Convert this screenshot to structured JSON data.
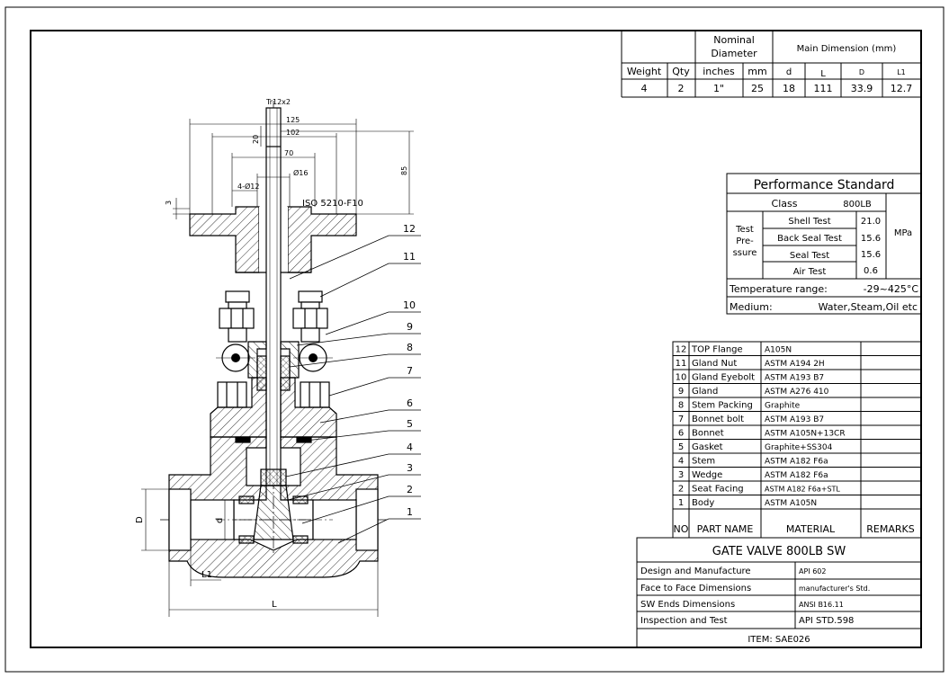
{
  "top_table": {
    "hdr_nominal_1": "Nominal",
    "hdr_nominal_2": "Diameter",
    "hdr_main": "Main Dimension (mm)",
    "columns": [
      "Weight",
      "Qty",
      "inches",
      "mm",
      "d",
      "L",
      "D",
      "L1"
    ],
    "values": [
      "4",
      "2",
      "1\"",
      "25",
      "18",
      "111",
      "33.9",
      "12.7"
    ]
  },
  "drawing": {
    "thread": "Tr12x2",
    "dim_125": "125",
    "dim_102": "102",
    "dim_70": "70",
    "dim_16": "Ø16",
    "dim_20": "20",
    "dim_85": "85",
    "dim_3": "3",
    "dim_bolt": "4-Ø12",
    "iso": "ISO 5210-F10",
    "dim_D": "D",
    "dim_d": "d",
    "dim_L1": "L1",
    "dim_L": "L",
    "callouts": [
      "12",
      "11",
      "10",
      "9",
      "8",
      "7",
      "6",
      "5",
      "4",
      "3",
      "2",
      "1"
    ]
  },
  "performance": {
    "title": "Performance  Standard",
    "class_label": "Class",
    "class_value": "800LB",
    "test_label_1": "Test",
    "test_label_2": "Pre-",
    "test_label_3": "ssure",
    "tests": [
      {
        "name": "Shell  Test",
        "value": "21.0"
      },
      {
        "name": "Back Seal Test",
        "value": "15.6"
      },
      {
        "name": "Seal  Test",
        "value": "15.6"
      },
      {
        "name": "Air  Test",
        "value": "0.6"
      }
    ],
    "unit": "MPa",
    "temp_label": "Temperature  range:",
    "temp_value": "-29~425°C",
    "medium_label": "Medium:",
    "medium_value": "Water,Steam,Oil etc"
  },
  "parts": {
    "rows": [
      {
        "no": "12",
        "name": "TOP Flange",
        "material": "A105N"
      },
      {
        "no": "11",
        "name": "Gland Nut",
        "material": "ASTM  A194  2H"
      },
      {
        "no": "10",
        "name": "Gland Eyebolt",
        "material": "ASTM  A193  B7"
      },
      {
        "no": "9",
        "name": "Gland",
        "material": "ASTM  A276  410"
      },
      {
        "no": "8",
        "name": "Stem  Packing",
        "material": "Graphite"
      },
      {
        "no": "7",
        "name": "Bonnet bolt",
        "material": "ASTM  A193  B7"
      },
      {
        "no": "6",
        "name": "Bonnet",
        "material": "ASTM  A105N+13CR"
      },
      {
        "no": "5",
        "name": "Gasket",
        "material": "Graphite+SS304"
      },
      {
        "no": "4",
        "name": "Stem",
        "material": "ASTM  A182  F6a"
      },
      {
        "no": "3",
        "name": "Wedge",
        "material": "ASTM  A182  F6a"
      },
      {
        "no": "2",
        "name": "Seat Facing",
        "material": "ASTM  A182  F6a+STL"
      },
      {
        "no": "1",
        "name": "Body",
        "material": "ASTM  A105N"
      }
    ],
    "hdr_no": "NO",
    "hdr_name": "PART NAME",
    "hdr_material": "MATERIAL",
    "hdr_remarks": "REMARKS"
  },
  "title_block": {
    "title": "GATE  VALVE  800LB  SW",
    "rows": [
      {
        "label": "Design  and  Manufacture",
        "value": "API 602"
      },
      {
        "label": "Face  to  Face  Dimensions",
        "value": "manufacturer's Std."
      },
      {
        "label": "SW  Ends  Dimensions",
        "value": "ANSI B16.11"
      },
      {
        "label": "Inspection  and  Test",
        "value": "API  STD.598"
      }
    ],
    "item": "ITEM: SAE026"
  }
}
